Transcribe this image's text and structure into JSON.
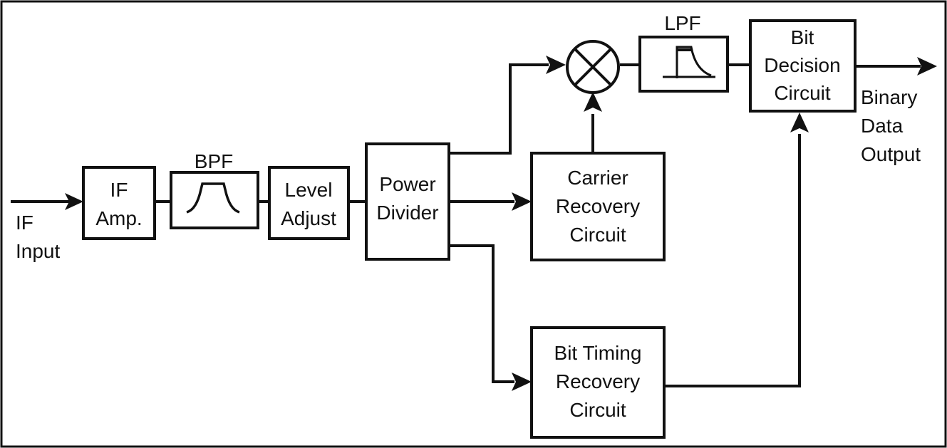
{
  "diagram": {
    "input": {
      "line1": "IF",
      "line2": "Input"
    },
    "output": {
      "line1": "Binary",
      "line2": "Data",
      "line3": "Output"
    },
    "if_amp": {
      "line1": "IF",
      "line2": "Amp."
    },
    "bpf": {
      "title": "BPF"
    },
    "level_adjust": {
      "line1": "Level",
      "line2": "Adjust"
    },
    "power_divider": {
      "line1": "Power",
      "line2": "Divider"
    },
    "carrier_recovery": {
      "line1": "Carrier",
      "line2": "Recovery",
      "line3": "Circuit"
    },
    "bit_timing": {
      "line1": "Bit Timing",
      "line2": "Recovery",
      "line3": "Circuit"
    },
    "lpf": {
      "title": "LPF"
    },
    "bit_decision": {
      "line1": "Bit",
      "line2": "Decision",
      "line3": "Circuit"
    }
  }
}
